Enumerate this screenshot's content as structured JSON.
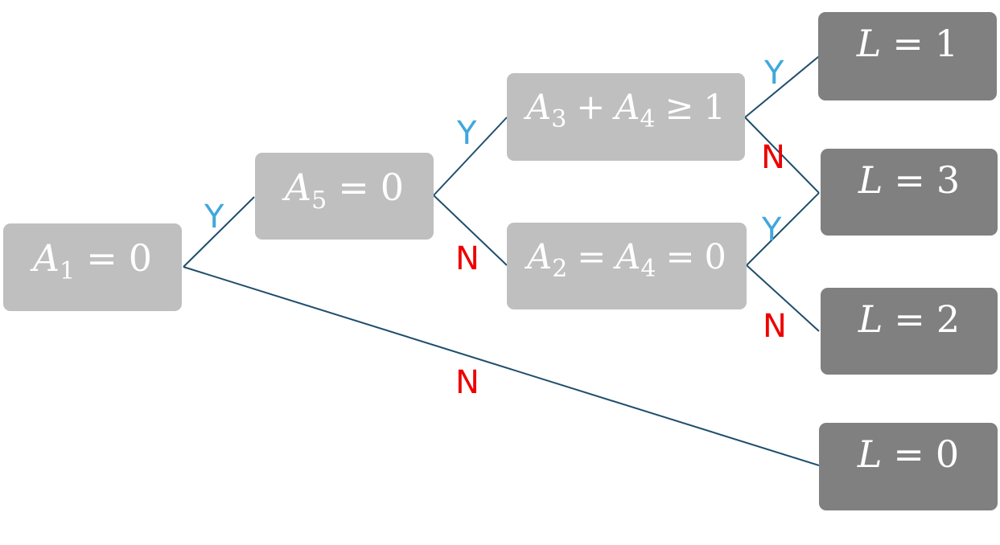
{
  "nodes": {
    "a1": {
      "var": "A",
      "sub": "1",
      "op": "=",
      "value": "0"
    },
    "a5": {
      "var": "A",
      "sub": "5",
      "op": "=",
      "value": "0"
    },
    "a3a4": {
      "var1": "A",
      "sub1": "3",
      "plus": "+",
      "var2": "A",
      "sub2": "4",
      "op": "≥",
      "value": "1"
    },
    "a2a4": {
      "var1": "A",
      "sub1": "2",
      "op1": "=",
      "var2": "A",
      "sub2": "4",
      "op2": "=",
      "value": "0"
    },
    "l1": {
      "var": "L",
      "op": "=",
      "value": "1"
    },
    "l3": {
      "var": "L",
      "op": "=",
      "value": "3"
    },
    "l2": {
      "var": "L",
      "op": "=",
      "value": "2"
    },
    "l0": {
      "var": "L",
      "op": "=",
      "value": "0"
    }
  },
  "edge_labels": {
    "a1_a5": "Y",
    "a1_l0": "N",
    "a5_a3a4": "Y",
    "a5_a2a4": "N",
    "a3a4_l1": "Y",
    "a3a4_l3": "N",
    "a2a4_l3": "Y",
    "a2a4_l2": "N"
  },
  "colors": {
    "decision_fill": "#bfbfbf",
    "leaf_fill": "#808080",
    "edge": "#1f4e6b",
    "yes": "#41a7dc",
    "no": "#ee0000"
  }
}
